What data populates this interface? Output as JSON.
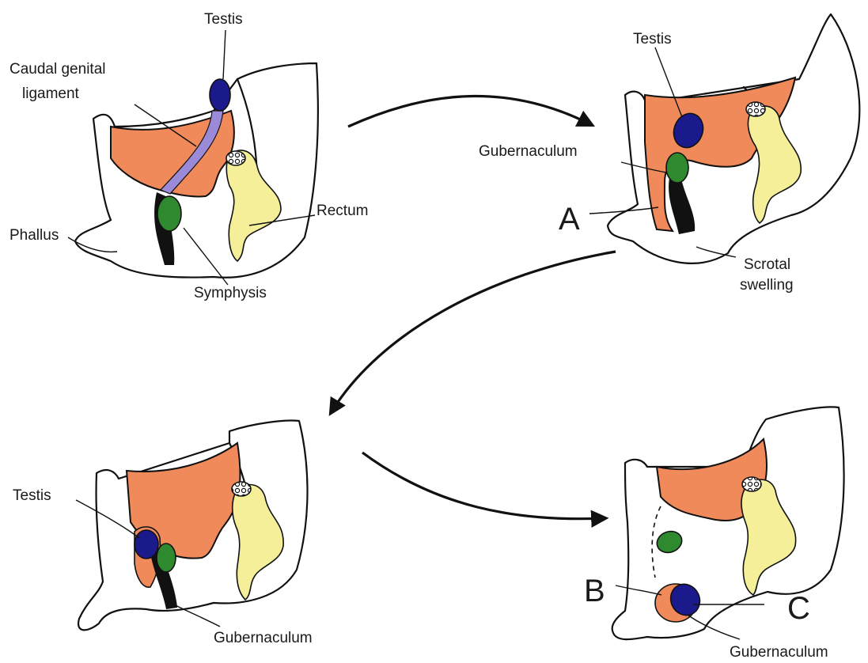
{
  "colors": {
    "cavity": "#f08a5a",
    "testis": "#1a1a8c",
    "symphysis": "#2f8a2f",
    "rectum": "#f5ef9a",
    "ligament": "#9a8ad8",
    "outline": "#111111"
  },
  "panel1": {
    "testis": "Testis",
    "caudal_line1": "Caudal genital",
    "caudal_line2": "ligament",
    "rectum": "Rectum",
    "phallus": "Phallus",
    "symphysis": "Symphysis"
  },
  "panel2": {
    "testis": "Testis",
    "gubernaculum": "Gubernaculum",
    "marker_a": "A",
    "scrotal_line1": "Scrotal",
    "scrotal_line2": "swelling"
  },
  "panel3": {
    "testis": "Testis",
    "gubernaculum": "Gubernaculum"
  },
  "panel4": {
    "marker_b": "B",
    "marker_c": "C",
    "gubernaculum": "Gubernaculum"
  }
}
